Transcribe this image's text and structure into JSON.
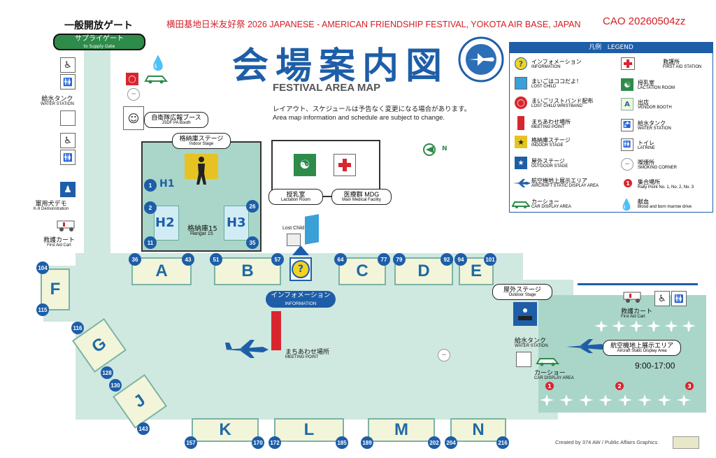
{
  "header": {
    "title_line": "横田基地日米友好祭 2026 JAPANESE - AMERICAN FRIENDSHIP FESTIVAL, YOKOTA AIR BASE, JAPAN",
    "cao_code": "CAO 20260504zz",
    "map_title_jp": "会場案内図",
    "map_title_en": "FESTIVAL AREA MAP",
    "notice_jp": "レイアウト、スケジュールは予告なく変更になる場合があります。",
    "notice_en": "Area map information and schedule are subject to change.",
    "north": "N"
  },
  "gate": {
    "title": "一般開放ゲート",
    "jp": "サプライゲート",
    "en": "to Supply Gate"
  },
  "left_labels": {
    "water_jp": "給水タンク",
    "water_en": "WATER STATION",
    "k9_jp": "軍用犬デモ",
    "k9_en": "K-9 Demonstration",
    "cart_jp": "救護カート",
    "cart_en": "First Aid Cart"
  },
  "jsdf": {
    "jp": "自衛隊広報ブース",
    "en": "JSDF PA Booth"
  },
  "hangar": {
    "stage_jp": "格納庫ステージ",
    "stage_en": "Indoor Stage",
    "h1": "H1",
    "h2": "H2",
    "h3": "H3",
    "name_jp": "格納庫15",
    "name_en": "Hangar 15",
    "n1": "1",
    "n2": "2",
    "n11": "11",
    "n26": "26",
    "n35": "35"
  },
  "lactation": {
    "jp": "授乳室",
    "en": "Lactation Room"
  },
  "medical": {
    "jp": "医療群 MDG",
    "en": "Main Medical Facility"
  },
  "lost_child": "Lost Child",
  "information": {
    "jp": "インフォメーション",
    "en": "INFORMATION",
    "symbol": "?"
  },
  "meeting": {
    "jp": "まちあわせ場所",
    "en": "MEETING POINT"
  },
  "outdoor": {
    "jp": "屋外ステージ",
    "en": "Outdoor Stage"
  },
  "aircraft": {
    "jp": "航空機地上展示エリア",
    "en": "Aircraft Static Display Area",
    "time": "9:00-17:00"
  },
  "right_labels": {
    "cart_jp": "救護カート",
    "cart_en": "First Aid Cart",
    "water_jp": "給水タンク",
    "water_en": "WATER STATION",
    "car_jp": "カーショー",
    "car_en": "CAR DISPLAY AREA"
  },
  "rally": [
    "1",
    "2",
    "3"
  ],
  "booths": {
    "A": {
      "letter": "A",
      "start": "36",
      "end": "43"
    },
    "B": {
      "letter": "B",
      "start": "51",
      "end": "57"
    },
    "C": {
      "letter": "C",
      "start": "64",
      "end": "77"
    },
    "D": {
      "letter": "D",
      "start": "79",
      "end": "92"
    },
    "E": {
      "letter": "E",
      "start": "94",
      "end": "101"
    },
    "F": {
      "letter": "F",
      "start": "104",
      "end": "115"
    },
    "G": {
      "letter": "G",
      "start": "116",
      "end": "128"
    },
    "J": {
      "letter": "J",
      "start": "130",
      "end": "143"
    },
    "K": {
      "letter": "K",
      "start": "157",
      "end": "170"
    },
    "L": {
      "letter": "L",
      "start": "172",
      "end": "185"
    },
    "M": {
      "letter": "M",
      "start": "189",
      "end": "202"
    },
    "N": {
      "letter": "N",
      "start": "204",
      "end": "216"
    }
  },
  "legend": {
    "title_jp": "凡例",
    "title_en": "LEGEND",
    "left": [
      {
        "jp": "インフォメーション",
        "en": "INFORMATION",
        "icon": "information-icon"
      },
      {
        "jp": "まいごはココだよ！",
        "en": "LOST CHILD",
        "icon": "lost-child-icon"
      },
      {
        "jp": "まいごリストバンド配布",
        "en": "LOST CHILD WRISTBAND",
        "icon": "wristband-icon"
      },
      {
        "jp": "まちあわせ場所",
        "en": "MEETING POINT",
        "icon": "meeting-flag-icon"
      },
      {
        "jp": "格納庫ステージ",
        "en": "INDOOR STAGE",
        "icon": "indoor-stage-icon"
      },
      {
        "jp": "屋外ステージ",
        "en": "OUTDOOR STAGE",
        "icon": "outdoor-stage-icon"
      },
      {
        "jp": "航空機地上展示エリア",
        "en": "AIRCRAFT STATIC DISPLAY AREA",
        "icon": "aircraft-icon"
      },
      {
        "jp": "カーショー",
        "en": "CAR DISPLAY AREA",
        "icon": "car-icon"
      }
    ],
    "right": [
      {
        "jp": "救護所",
        "en": "FIRST AID STATION",
        "icon": "first-aid-icon"
      },
      {
        "jp": "授乳室",
        "en": "LACTATION ROOM",
        "icon": "lactation-icon"
      },
      {
        "jp": "出店",
        "en": "VENDOR BOOTH",
        "icon": "vendor-booth-icon",
        "symbol": "A"
      },
      {
        "jp": "給水タンク",
        "en": "WATER STATION",
        "icon": "water-station-icon"
      },
      {
        "jp": "トイレ",
        "en": "LATRINE",
        "icon": "latrine-icon"
      },
      {
        "jp": "喫煙所",
        "en": "SMOKING CORNER",
        "icon": "smoking-icon"
      },
      {
        "jp": "集合場所",
        "en": "Rally Point No. 1, No. 2, No. 3",
        "icon": "rally-point-icon"
      },
      {
        "jp": "献血",
        "en": "Blood and born marrow drive",
        "icon": "blood-drive-icon"
      }
    ]
  },
  "credit": "Created by 374 AW / Public Affairs Graphics",
  "colors": {
    "blue": "#1e5ea8",
    "road": "#cfe8e0",
    "zone": "#a9d6c8",
    "booth": "#f2f5d9",
    "red": "#d8262f"
  }
}
